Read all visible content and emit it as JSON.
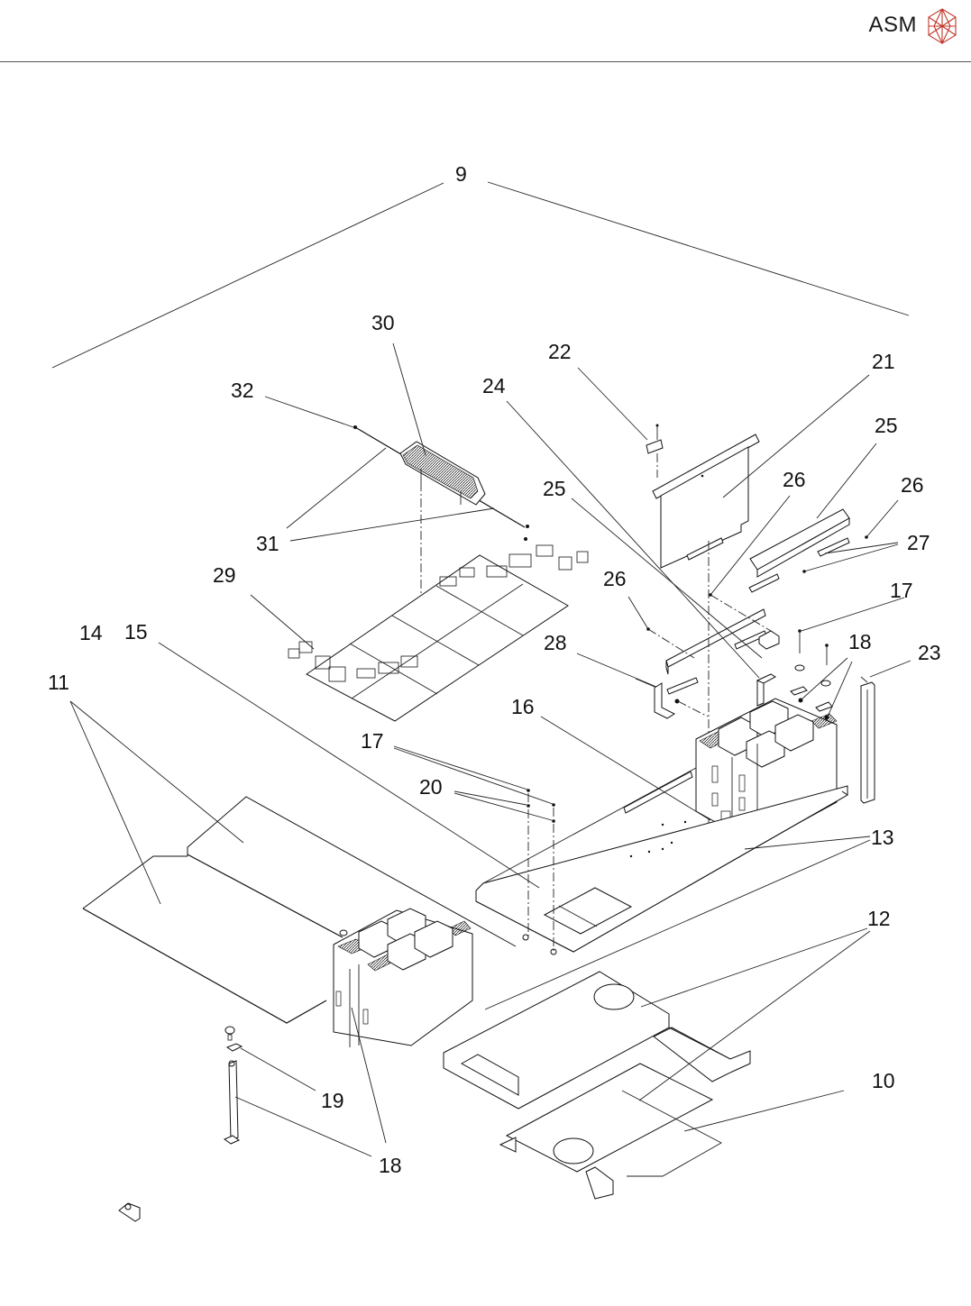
{
  "header": {
    "brand": "ASM",
    "logo_icon": "asm-polyhedron-logo-icon",
    "logo_color": "#c0392b"
  },
  "diagram": {
    "type": "exploded-parts-view",
    "callouts": [
      {
        "id": "9",
        "label": "9"
      },
      {
        "id": "10",
        "label": "10"
      },
      {
        "id": "11",
        "label": "11"
      },
      {
        "id": "12",
        "label": "12"
      },
      {
        "id": "13",
        "label": "13"
      },
      {
        "id": "14",
        "label": "14"
      },
      {
        "id": "15",
        "label": "15"
      },
      {
        "id": "16",
        "label": "16"
      },
      {
        "id": "17a",
        "label": "17"
      },
      {
        "id": "17b",
        "label": "17"
      },
      {
        "id": "18a",
        "label": "18"
      },
      {
        "id": "18b",
        "label": "18"
      },
      {
        "id": "19",
        "label": "19"
      },
      {
        "id": "20",
        "label": "20"
      },
      {
        "id": "21",
        "label": "21"
      },
      {
        "id": "22",
        "label": "22"
      },
      {
        "id": "23",
        "label": "23"
      },
      {
        "id": "24",
        "label": "24"
      },
      {
        "id": "25a",
        "label": "25"
      },
      {
        "id": "25b",
        "label": "25"
      },
      {
        "id": "26a",
        "label": "26"
      },
      {
        "id": "26b",
        "label": "26"
      },
      {
        "id": "26c",
        "label": "26"
      },
      {
        "id": "27",
        "label": "27"
      },
      {
        "id": "28",
        "label": "28"
      },
      {
        "id": "29",
        "label": "29"
      },
      {
        "id": "30",
        "label": "30"
      },
      {
        "id": "31",
        "label": "31"
      },
      {
        "id": "32",
        "label": "32"
      }
    ]
  }
}
